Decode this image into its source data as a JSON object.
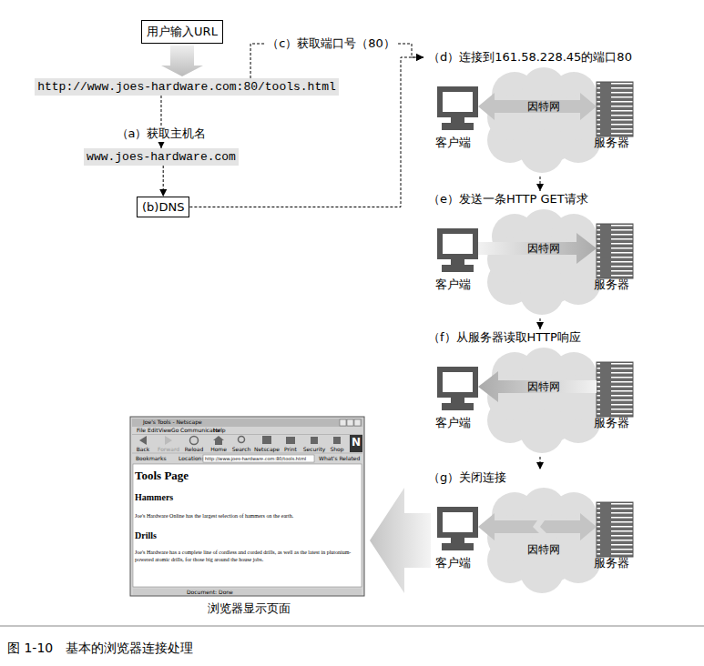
{
  "diagram": {
    "caption": "图 1-10　基本的浏览器连接处理",
    "nodes": [
      {
        "text": [
          "用户输入URL"
        ]
      },
      {
        "text": [
          "http://www.joes-hardware.com:80/tools.html"
        ]
      },
      {
        "text": [
          "www.joes-hardware.com"
        ]
      },
      {
        "text": [
          "(b)DNS"
        ]
      },
      {
        "text": [
          "（d）连接到161.58.228.45的端口80",
          "因特网"
        ]
      },
      {
        "text": [
          "（e）发送一条HTTP GET请求",
          "因特网"
        ]
      },
      {
        "text": [
          "（f）从服务器读取HTTP响应",
          "因特网"
        ]
      },
      {
        "text": [
          "（g）关闭连接",
          "因特网"
        ]
      },
      {
        "text": [
          "Joe's Tools - Netscape",
          "Tools Page",
          "Hammers",
          "Joe's Hardware Online has the largest selection of hammers on the earth.",
          "Drills",
          "Joe's Hardware has a complete line of cordless and corded drills, as well as the latest in plutonium-powered atomic drills, for those big around the house jobs."
        ]
      }
    ],
    "edges": [
      {
        "from": 0,
        "to": 1,
        "arrow": "to"
      },
      {
        "from": 1,
        "to": 2,
        "label": "（a）获取主机名",
        "arrow": "to"
      },
      {
        "from": 2,
        "to": 3,
        "arrow": "to"
      },
      {
        "from": 1,
        "to": 4,
        "label": "（c）获取端口号（80）",
        "arrow": "to"
      },
      {
        "from": 3,
        "to": 4,
        "arrow": "to"
      },
      {
        "from": 4,
        "to": 5,
        "arrow": "to"
      },
      {
        "from": 5,
        "to": 6,
        "arrow": "to"
      },
      {
        "from": 6,
        "to": 7,
        "arrow": "to"
      },
      {
        "from": 7,
        "to": 8,
        "arrow": "to"
      }
    ],
    "labels": [
      "客户端",
      "服务器",
      "客户端",
      "服务器",
      "客户端",
      "服务器",
      "客户端",
      "服务器",
      "浏览器显示页面",
      "File",
      "Edit",
      "View",
      "Go",
      "Communicator",
      "Help",
      "Back",
      "Forward",
      "Reload",
      "Home",
      "Search",
      "Netscape",
      "Print",
      "Security",
      "Shop",
      "N",
      "Bookmarks",
      "Location:",
      "http://www.joes-hardware.com:80/tools.html",
      "What's Related",
      "Document: Done"
    ]
  }
}
